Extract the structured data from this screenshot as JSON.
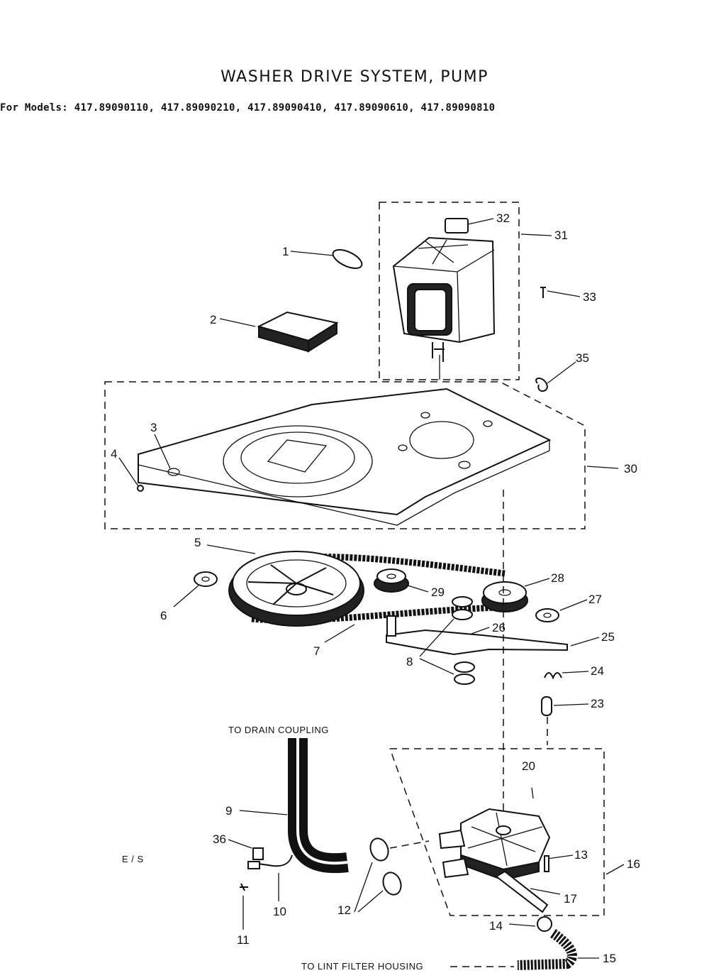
{
  "header": {
    "title": "WASHER DRIVE SYSTEM, PUMP",
    "models": "For Models: 417.89090110, 417.89090210, 417.89090410, 417.89090610, 417.89090810"
  },
  "parts": {
    "p1": "1",
    "p2": "2",
    "p3": "3",
    "p4": "4",
    "p5": "5",
    "p6": "6",
    "p7": "7",
    "p8": "8",
    "p9": "9",
    "p10": "10",
    "p11": "11",
    "p12": "12",
    "p13": "13",
    "p14": "14",
    "p15": "15",
    "p16": "16",
    "p17": "17",
    "p20": "20",
    "p23": "23",
    "p24": "24",
    "p25": "25",
    "p26": "26",
    "p27": "27",
    "p28": "28",
    "p29": "29",
    "p30": "30",
    "p31": "31",
    "p32": "32",
    "p33": "33",
    "p35": "35",
    "p36": "36"
  },
  "annotations": {
    "drain": "TO DRAIN COUPLING",
    "lint": "TO LINT FILTER HOUSING",
    "page_code": "E / S"
  }
}
